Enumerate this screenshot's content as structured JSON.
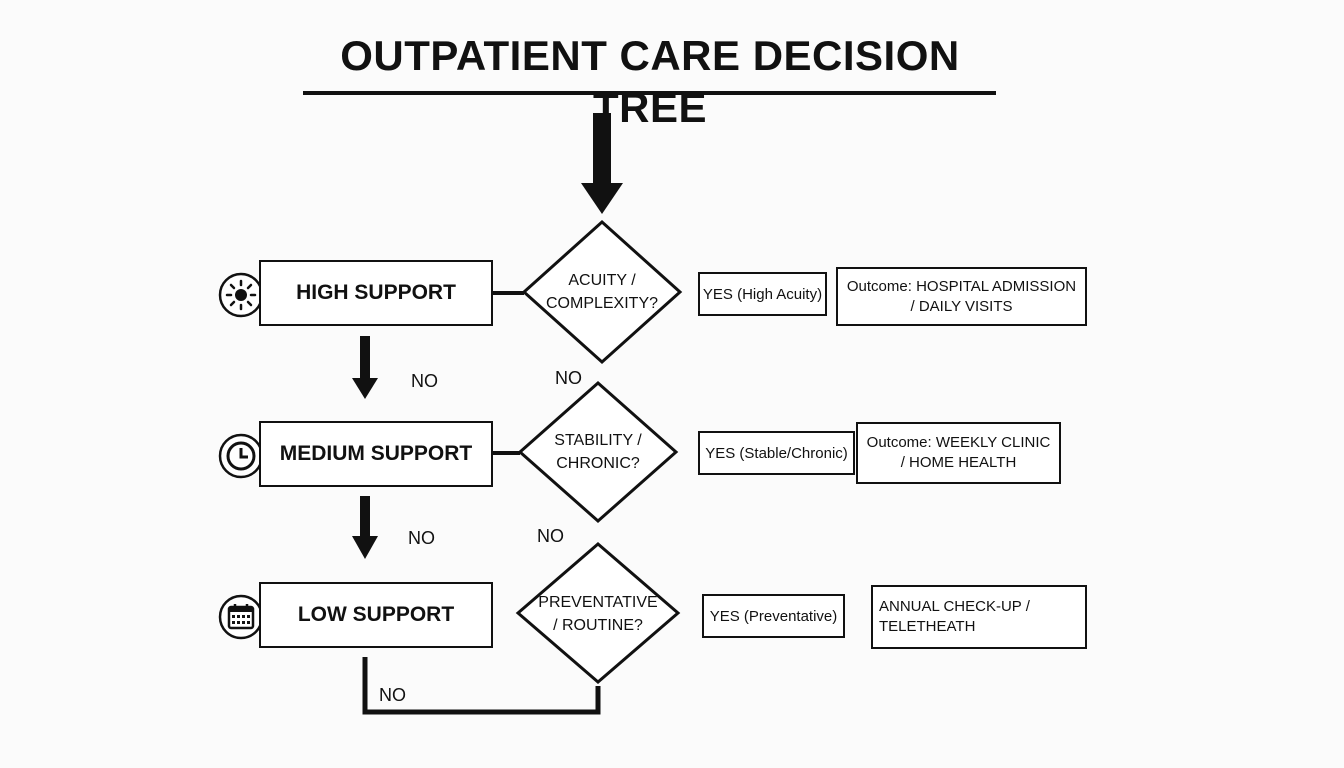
{
  "title": "OUTPATIENT CARE DECISION TREE",
  "levels": [
    {
      "support": "HIGH SUPPORT",
      "icon": "sun-icon",
      "question": [
        "ACUITY /",
        "COMPLEXITY?"
      ],
      "yes": "YES (High Acuity)",
      "outcome": [
        "Outcome: HOSPITAL ADMISSION",
        "/ DAILY VISITS"
      ],
      "no_left": "NO",
      "no_center": "NO"
    },
    {
      "support": "MEDIUM SUPPORT",
      "icon": "clock-icon",
      "question": [
        "STABILITY /",
        "CHRONIC?"
      ],
      "yes": "YES (Stable/Chronic)",
      "outcome": [
        "Outcome: WEEKLY CLINIC",
        "/ HOME HEALTH"
      ],
      "no_left": "NO",
      "no_center": "NO"
    },
    {
      "support": "LOW SUPPORT",
      "icon": "calendar-icon",
      "question": [
        "PREVENTATIVE",
        "/ ROUTINE?"
      ],
      "yes": "YES (Preventative)",
      "outcome": [
        "ANNUAL CHECK-UP /",
        "TELETHEATH"
      ],
      "no_bottom": "NO"
    }
  ],
  "colors": {
    "stroke": "#111111",
    "background": "#fbfbfb",
    "box_fill": "#ffffff"
  }
}
